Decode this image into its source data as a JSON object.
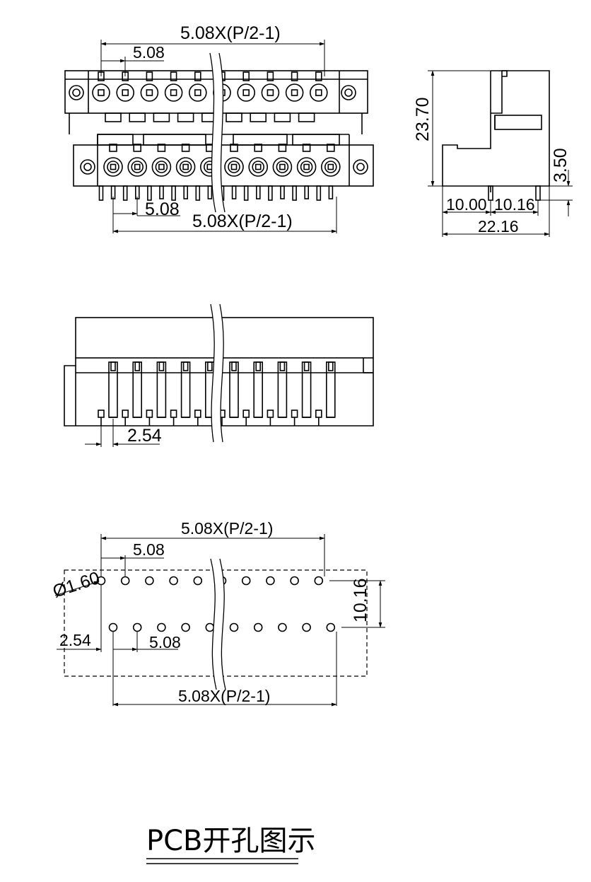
{
  "labels": {
    "top_span": "5.08X(P/2-1)",
    "top_pitch": "5.08",
    "mid_pitch": "5.08",
    "mid_span": "5.08X(P/2-1)",
    "side_height": "23.70",
    "side_pin": "3.50",
    "side_a": "10.00",
    "side_b": "10.16",
    "side_total": "22.16",
    "front_offset": "2.54",
    "pcb_span_top": "5.08X(P/2-1)",
    "pcb_pitch_top": "5.08",
    "pcb_hole": "Ø1.60",
    "pcb_row": "10.16",
    "pcb_offset": "2.54",
    "pcb_pitch_bottom": "5.08",
    "pcb_span_bottom": "5.08X(P/2-1)"
  },
  "title": "PCB开孔图示"
}
